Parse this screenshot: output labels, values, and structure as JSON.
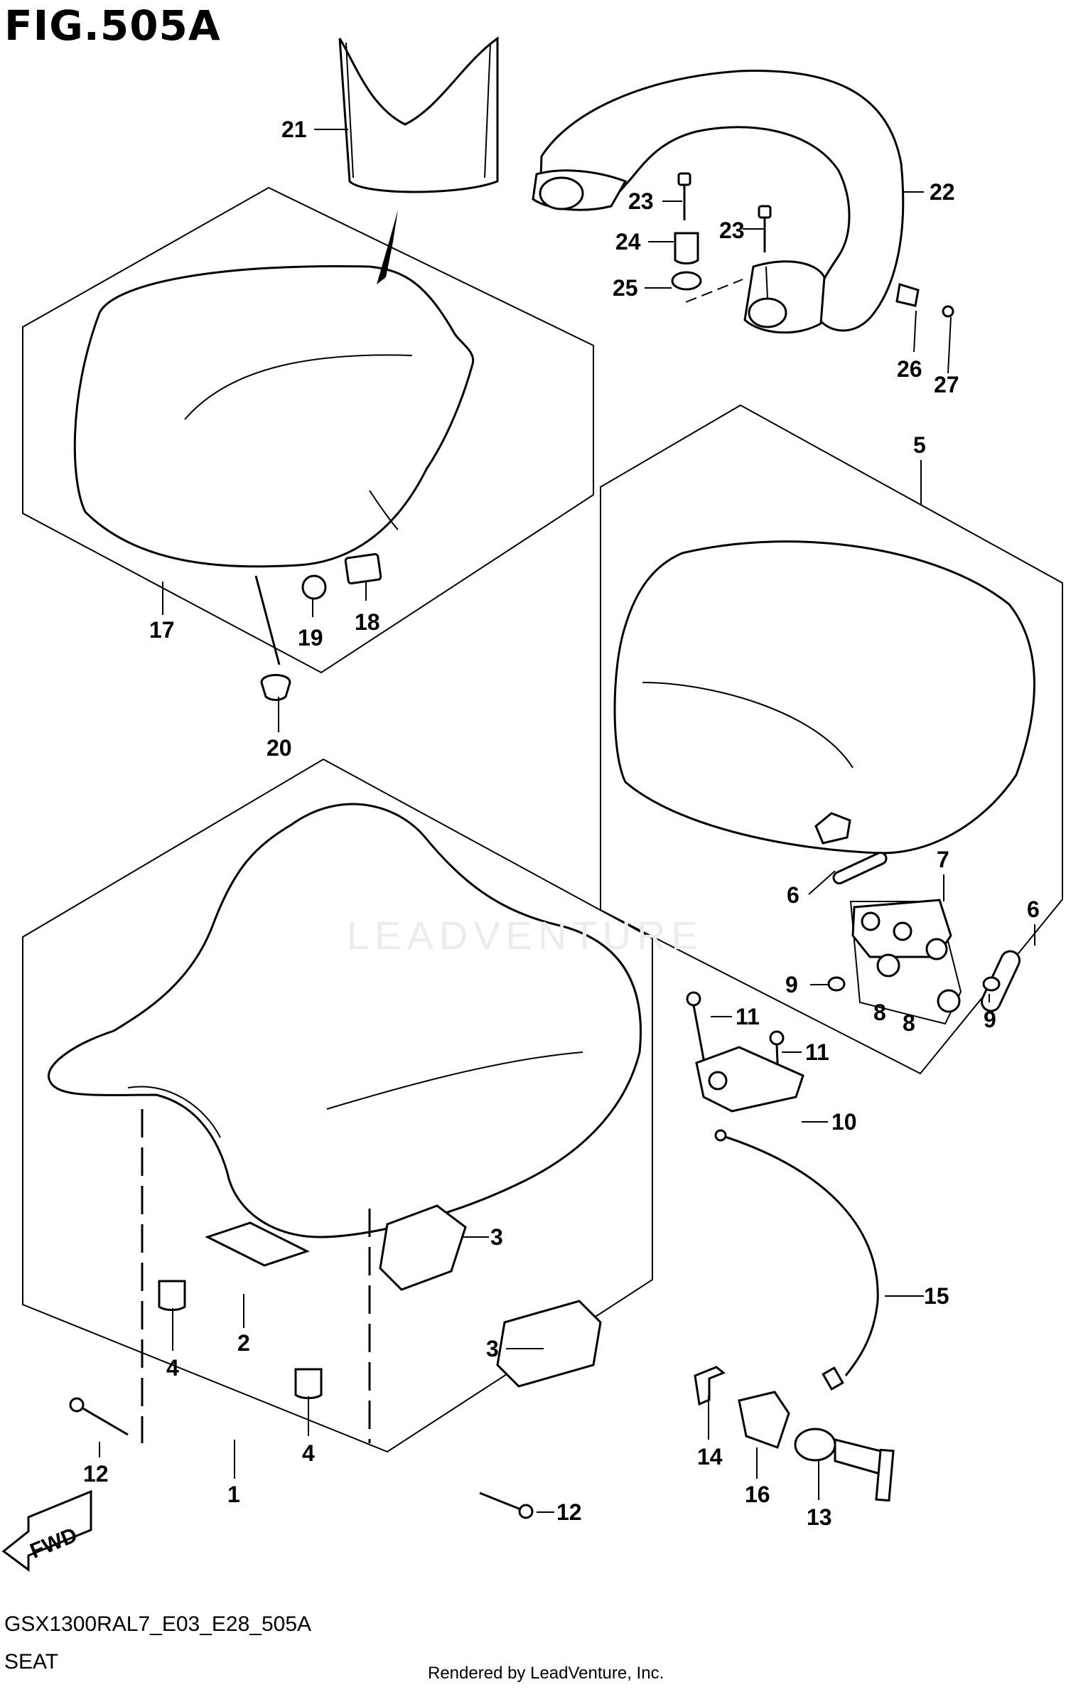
{
  "figure": {
    "title": "FIG.505A",
    "model_code": "GSX1300RAL7_E03_E28_505A",
    "section_name": "SEAT",
    "credit": "Rendered by LeadVenture, Inc.",
    "watermark": "LEADVENTURE",
    "direction_label": "FWD"
  },
  "callouts": {
    "c1": "1",
    "c2": "2",
    "c3a": "3",
    "c3b": "3",
    "c4a": "4",
    "c4b": "4",
    "c5": "5",
    "c6a": "6",
    "c6b": "6",
    "c7": "7",
    "c8a": "8",
    "c8b": "8",
    "c9a": "9",
    "c9b": "9",
    "c10": "10",
    "c11a": "11",
    "c11b": "11",
    "c12a": "12",
    "c12b": "12",
    "c13": "13",
    "c14": "14",
    "c15": "15",
    "c16": "16",
    "c17": "17",
    "c18": "18",
    "c19": "19",
    "c20": "20",
    "c21": "21",
    "c22": "22",
    "c23a": "23",
    "c23b": "23",
    "c24": "24",
    "c25": "25",
    "c26": "26",
    "c27": "27"
  }
}
